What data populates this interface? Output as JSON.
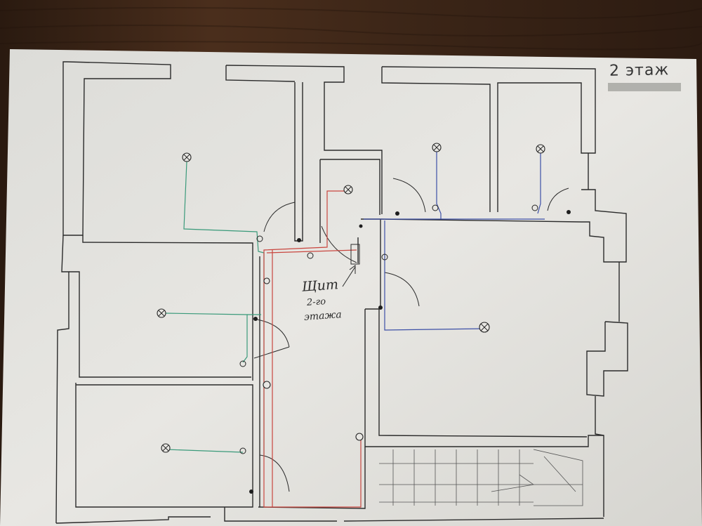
{
  "floor_label": "2 этаж",
  "panel_label": {
    "line1": "Щит",
    "line2": "2-го",
    "line3": "этажа"
  },
  "colors": {
    "table": "#3a2416",
    "paper": "#e4e3df",
    "walls": "#2b2b2b",
    "wire_green": "#3a9a7a",
    "wire_red": "#c9463f",
    "wire_blue": "#3c4fa6"
  }
}
